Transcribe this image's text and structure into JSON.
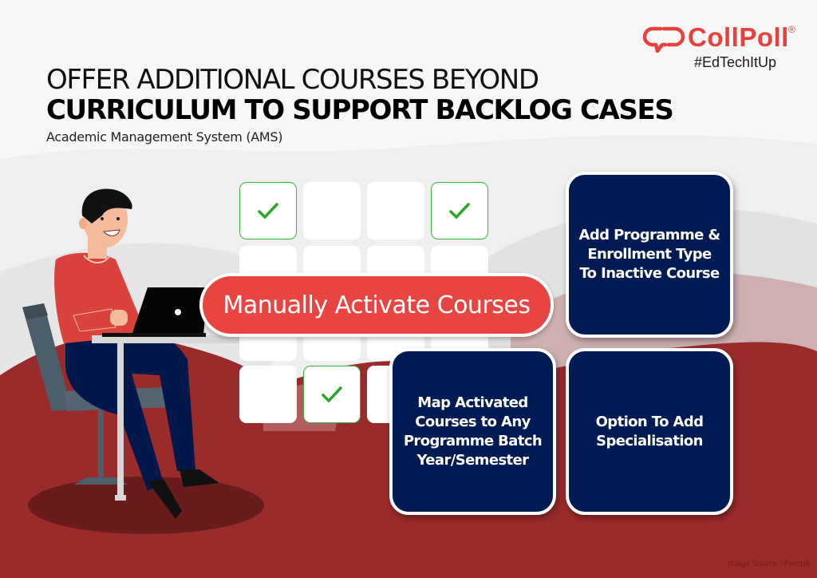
{
  "brand": {
    "name": "CollPoll",
    "registered_mark": "®",
    "tagline": "#EdTechItUp",
    "logo_icon": "chat-bubbles-icon",
    "color": "#e8413d"
  },
  "header": {
    "title_line1": "OFFER ADDITIONAL COURSES BEYOND",
    "title_line2": "CURRICULUM TO SUPPORT BACKLOG CASES",
    "subtitle": "Academic Management System (AMS)"
  },
  "illustration": {
    "description": "Man in red sweater sitting on chair working on laptop at desk",
    "tile_grid": {
      "rows": 4,
      "cols": 4,
      "checked_tiles": [
        [
          0,
          0
        ],
        [
          0,
          3
        ],
        [
          3,
          1
        ]
      ],
      "check_icon": "checkmark-icon",
      "check_color": "#27a827"
    }
  },
  "highlight": {
    "label": "Manually Activate Courses",
    "color": "#e84542"
  },
  "features": [
    {
      "label": "Add Programme &\nEnrollment Type\nTo Inactive Course"
    },
    {
      "label": "Map Activated\nCourses to Any\nProgramme Batch\nYear/Semester"
    },
    {
      "label": "Option To Add\nSpecialisation"
    }
  ],
  "colors": {
    "navy": "#001a54",
    "maroon": "#9a2b2b",
    "shadow_maroon": "#6a1c1c",
    "background": "#f7f7f7"
  },
  "footer": {
    "image_source": "Image Source : Freepik"
  }
}
